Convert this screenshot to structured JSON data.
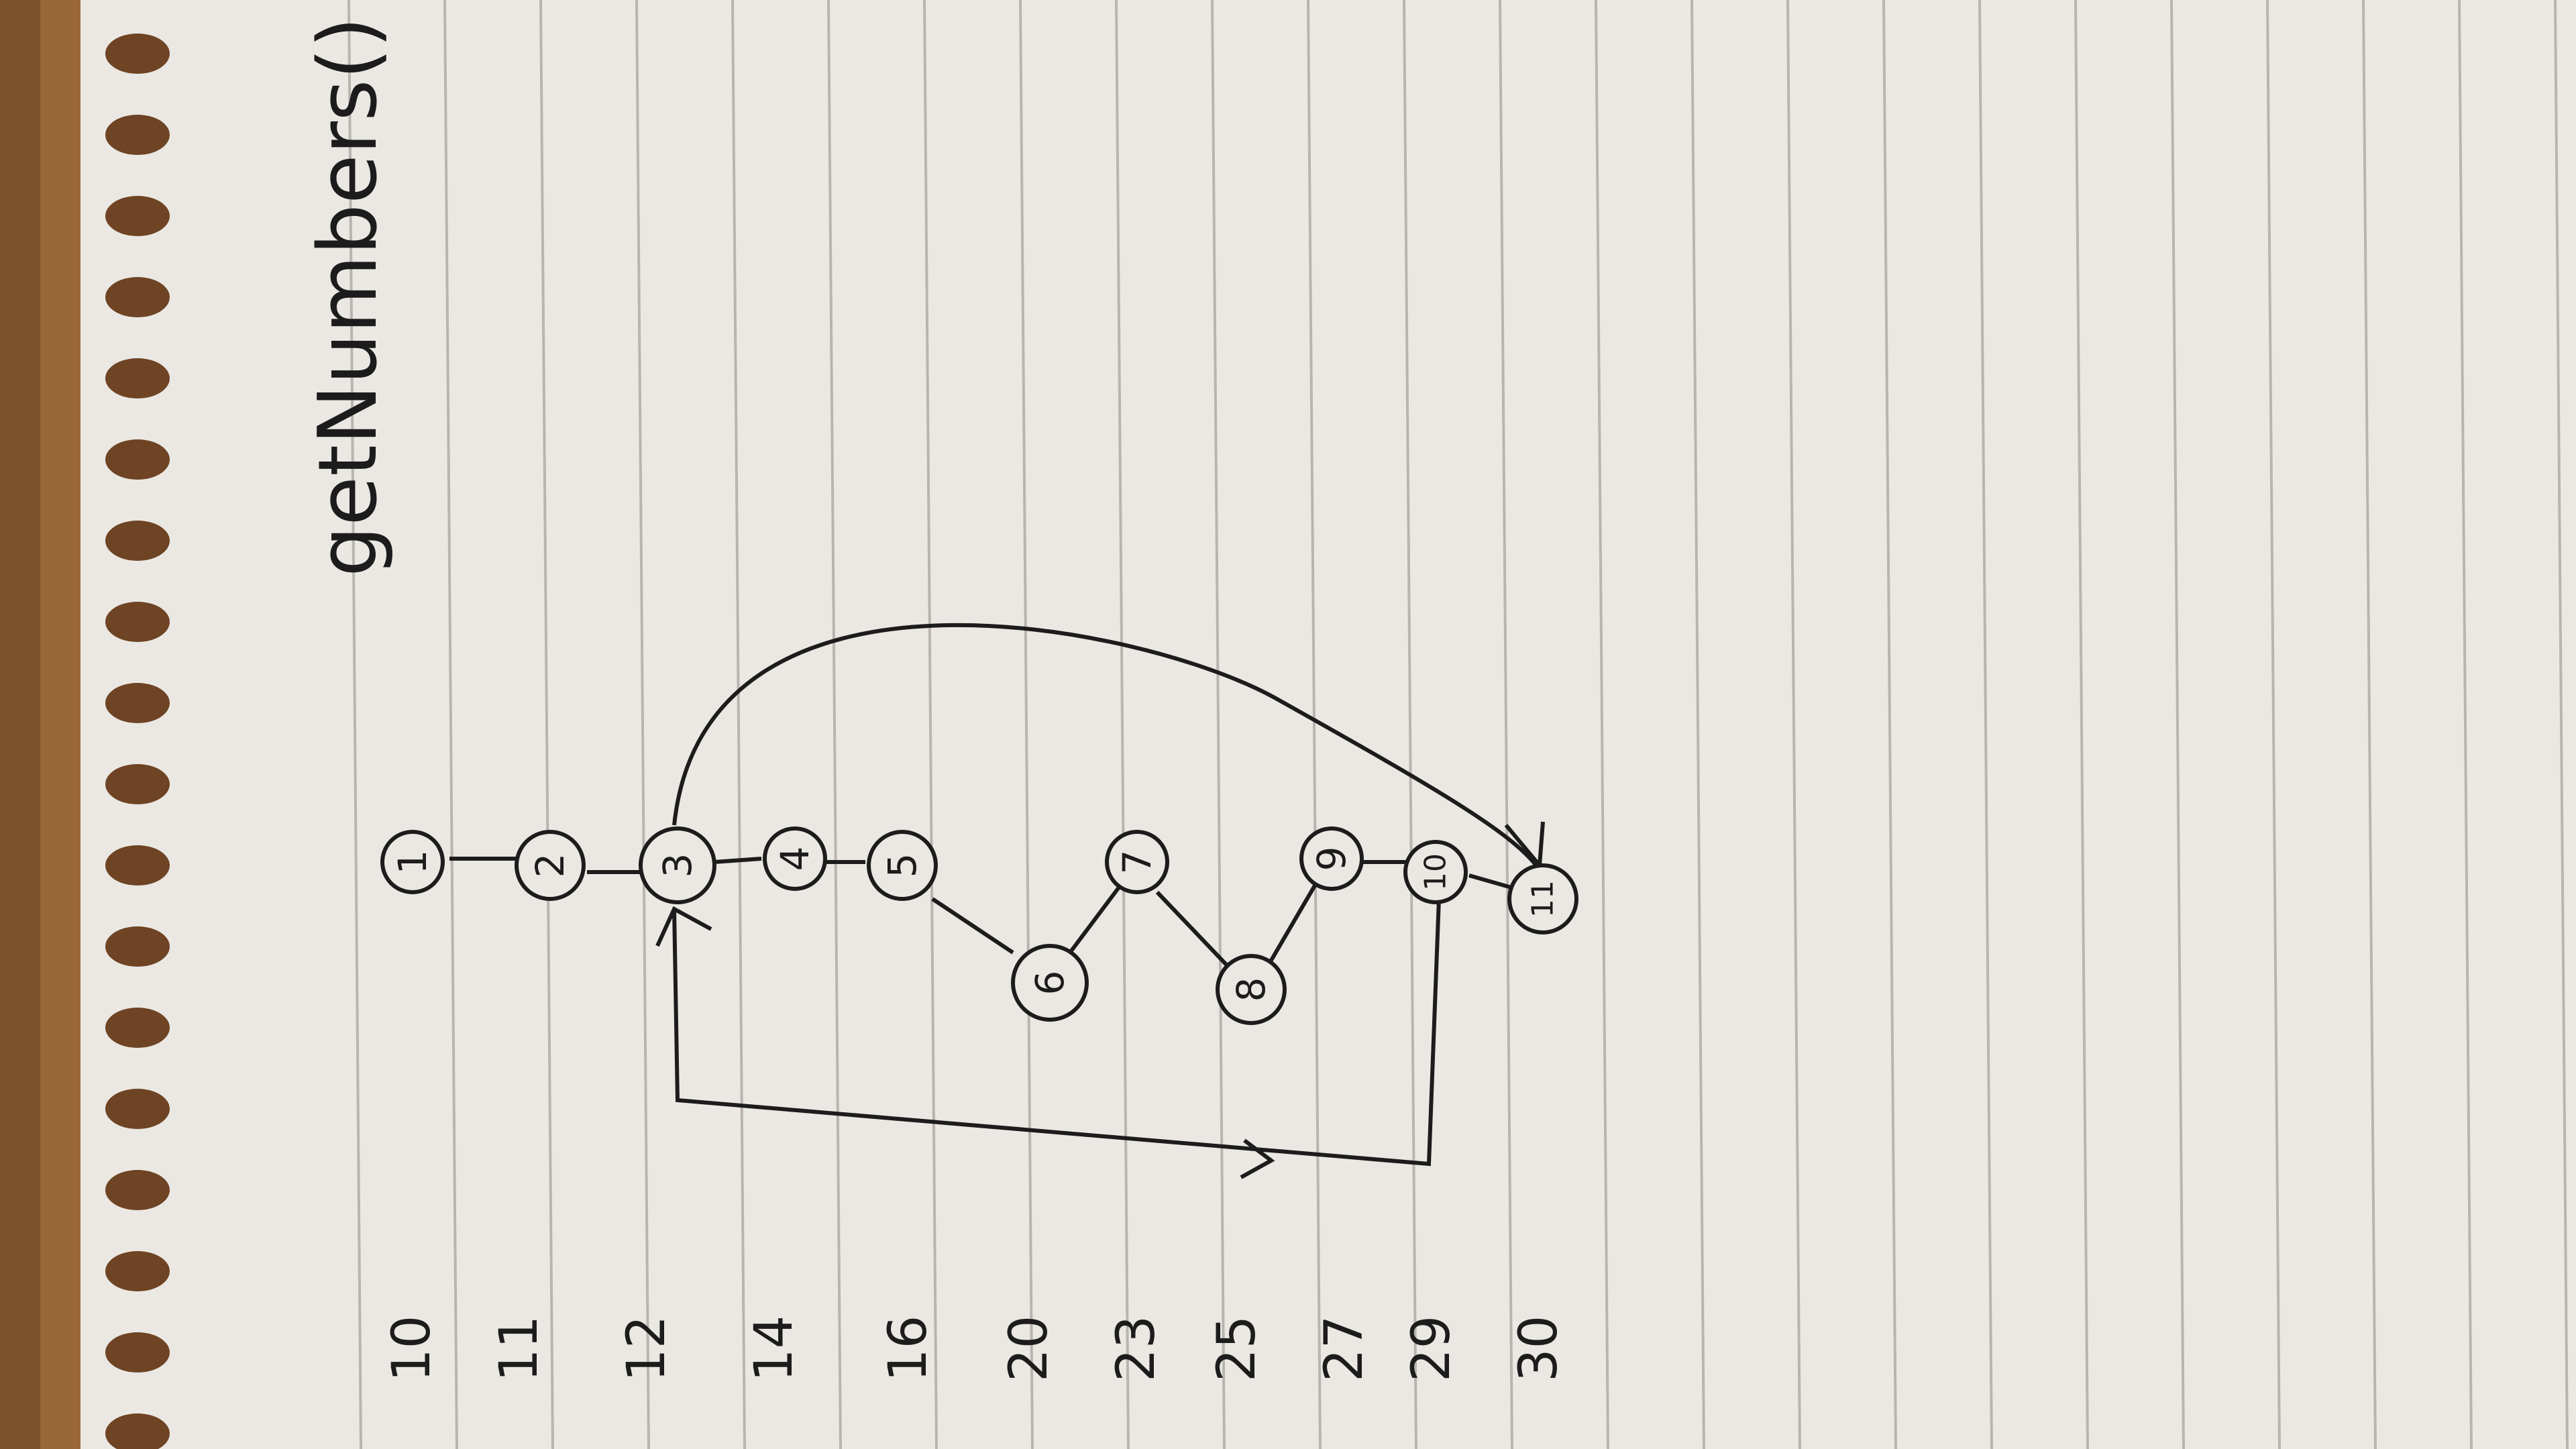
{
  "photo": {
    "subject": "handwritten control flow graph on ruled notebook paper",
    "colors": {
      "desk": "#9a6838",
      "paper": "#ebe8e3",
      "rule_line": "#b8b4b0",
      "ink": "#1c1c1c"
    }
  },
  "note": {
    "function_name": "getNumbers()",
    "line_numbers": [
      "10",
      "11",
      "12",
      "14",
      "16",
      "20",
      "23",
      "25",
      "27",
      "29",
      "30"
    ],
    "nodes": [
      "1",
      "2",
      "3",
      "4",
      "5",
      "6",
      "7",
      "8",
      "9",
      "10",
      "11"
    ],
    "edges": [
      [
        "1",
        "2"
      ],
      [
        "2",
        "3"
      ],
      [
        "3",
        "4"
      ],
      [
        "4",
        "5"
      ],
      [
        "5",
        "6"
      ],
      [
        "6",
        "7"
      ],
      [
        "7",
        "8"
      ],
      [
        "8",
        "9"
      ],
      [
        "9",
        "10"
      ],
      [
        "10",
        "11"
      ],
      [
        "10",
        "3"
      ],
      [
        "3",
        "11"
      ]
    ]
  }
}
